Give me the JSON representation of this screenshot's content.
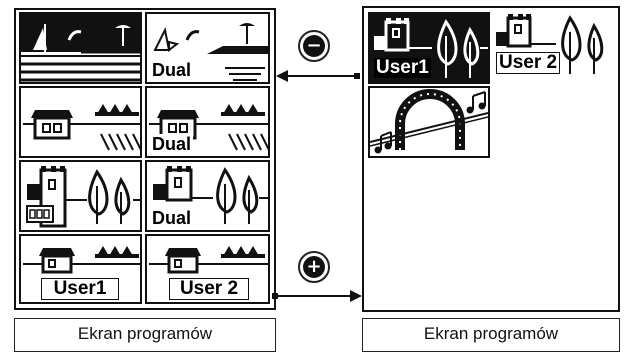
{
  "left_screen": {
    "tiles": [
      {
        "label": ""
      },
      {
        "label": "Dual"
      },
      {
        "label": ""
      },
      {
        "label": "Dual"
      },
      {
        "label": ""
      },
      {
        "label": "Dual"
      },
      {
        "label": "User1"
      },
      {
        "label": "User 2"
      }
    ],
    "caption": "Ekran programów"
  },
  "right_screen": {
    "tiles": [
      {
        "label": "User1"
      },
      {
        "label": "User 2"
      },
      {
        "label": ""
      }
    ],
    "caption": "Ekran programów"
  },
  "buttons": {
    "minus": "−",
    "plus": "+"
  },
  "icons": [
    "sailboat-icon",
    "house-icon",
    "castle-trees-icon",
    "horseshoe-music-icon",
    "minus-icon",
    "plus-icon",
    "arrow-icon"
  ]
}
